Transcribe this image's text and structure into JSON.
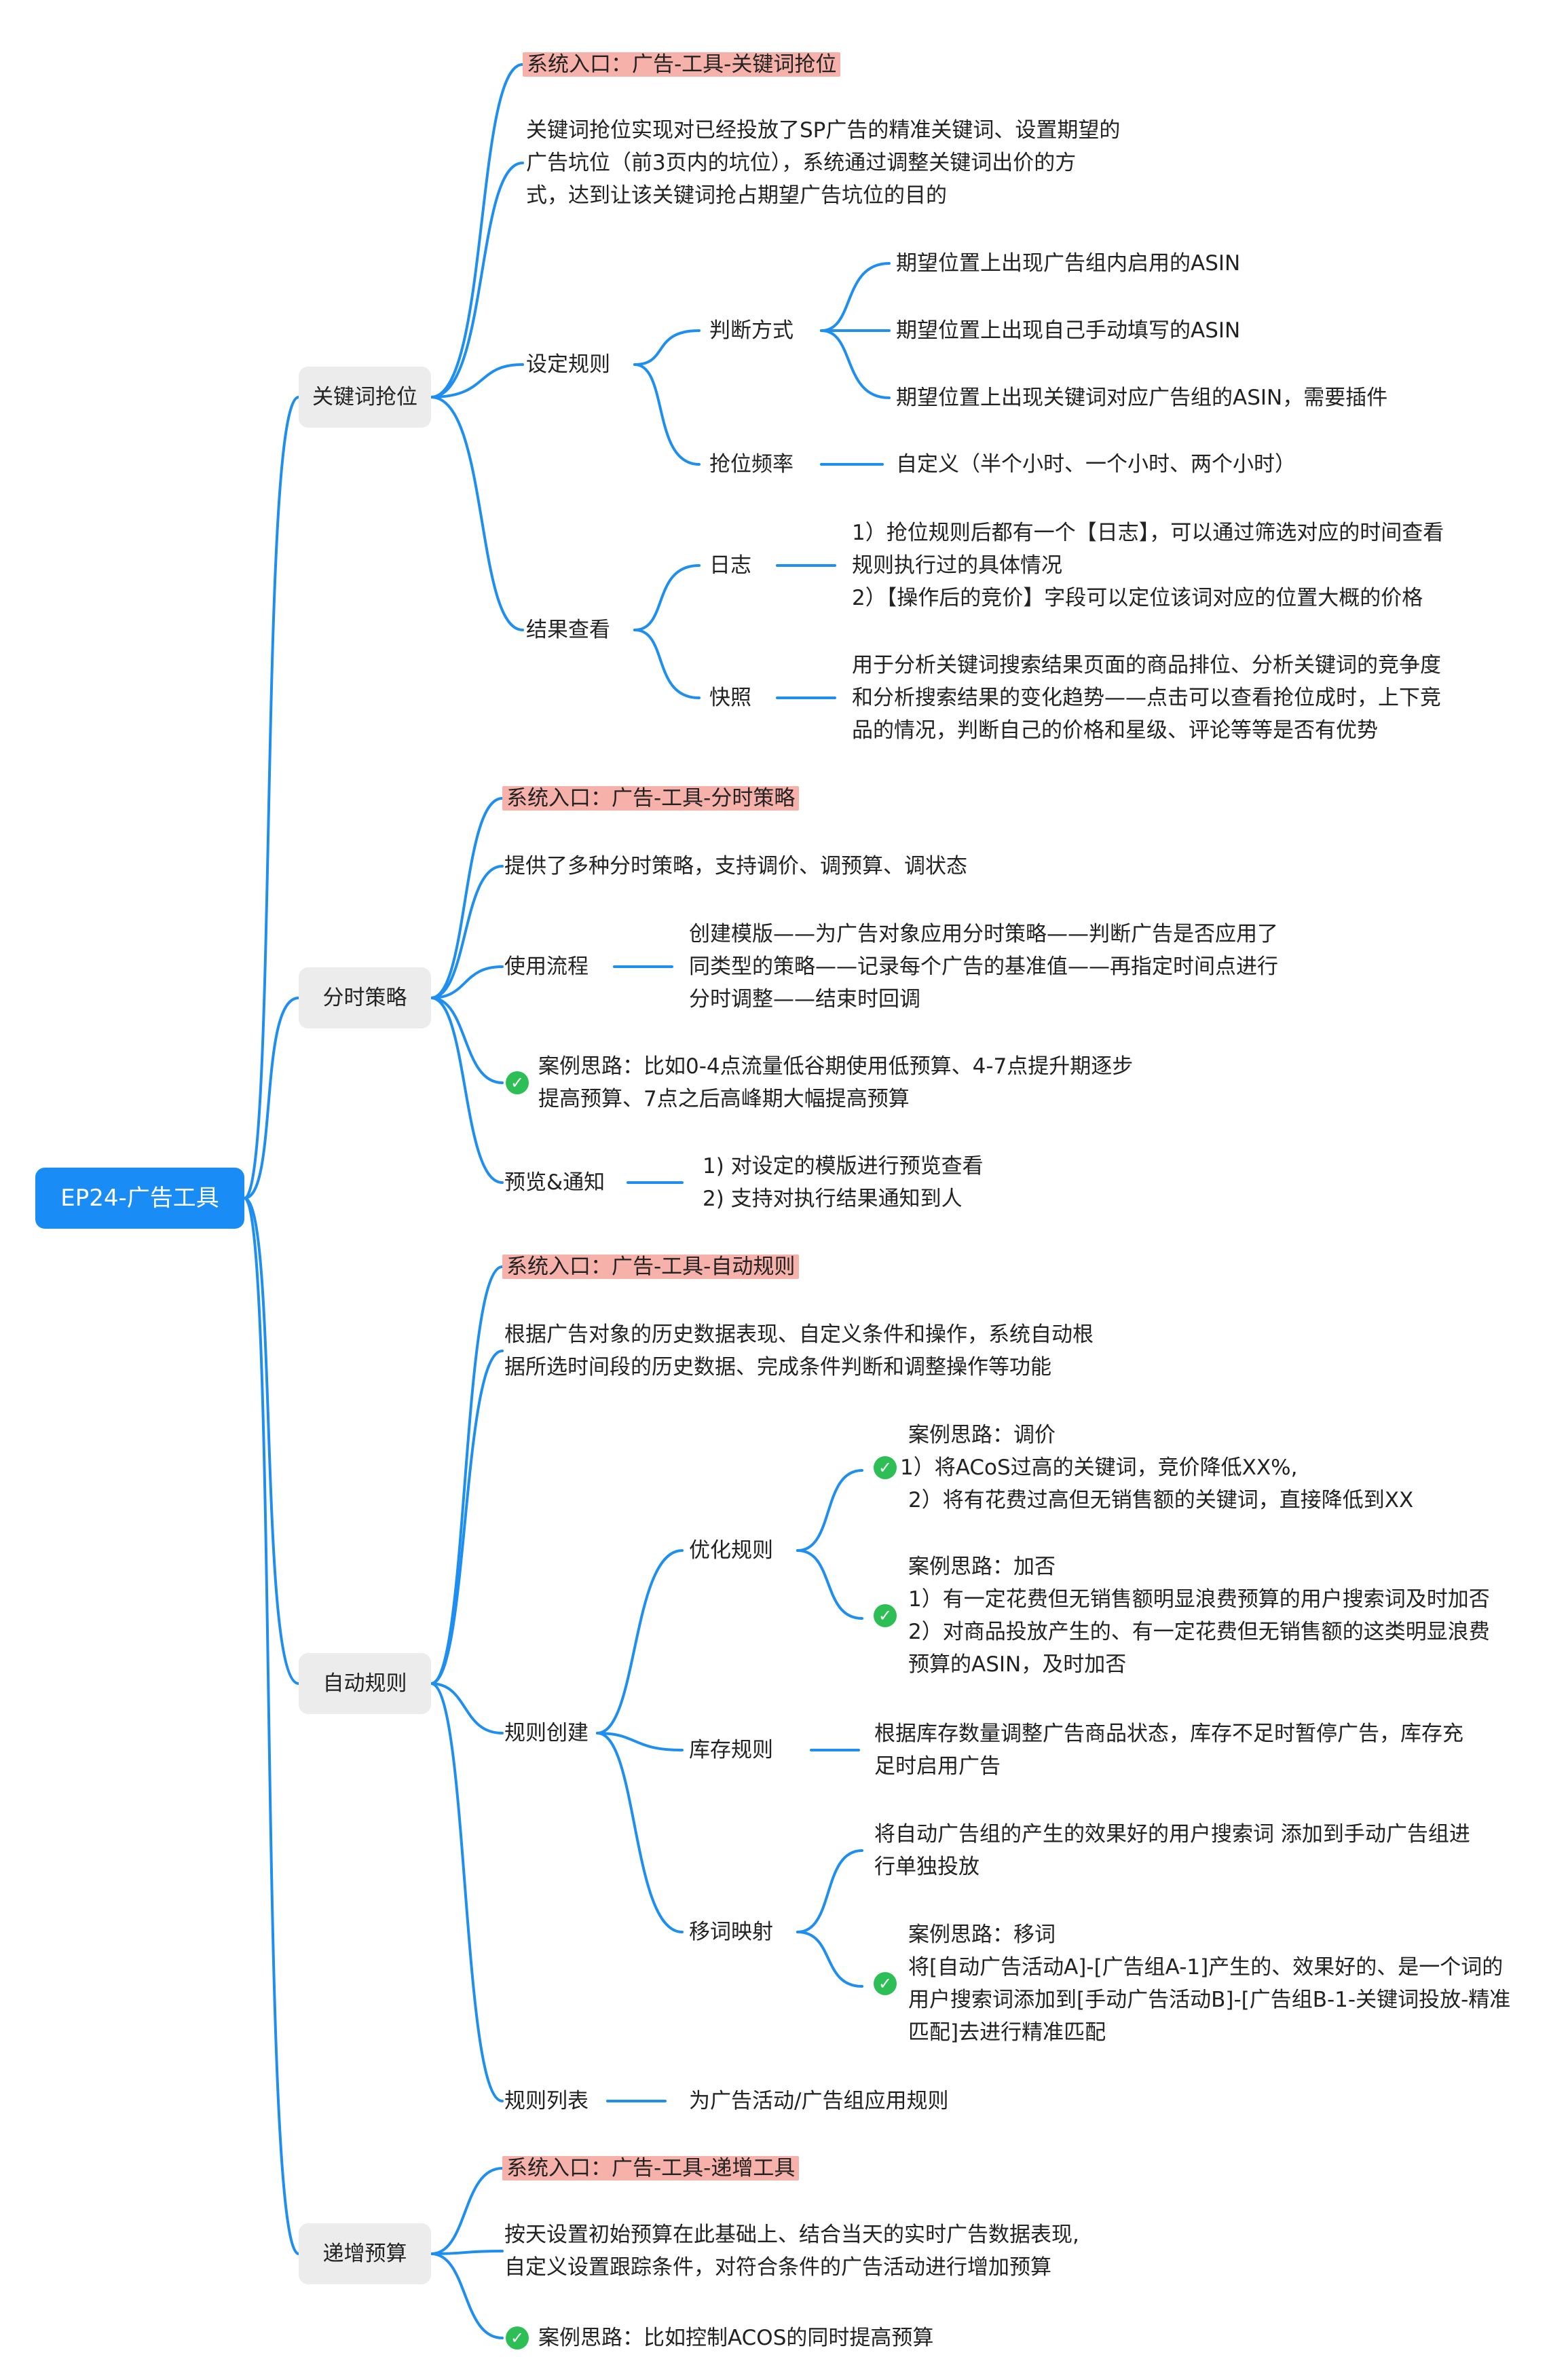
{
  "root": "EP24-广告工具",
  "kw": {
    "label": "关键词抢位",
    "entry": "系统入口：广告-工具-关键词抢位",
    "desc": [
      "关键词抢位实现对已经投放了SP广告的精准关键词、设置期望的",
      "广告坑位（前3页内的坑位），系统通过调整关键词出价的方",
      "式，达到让该关键词抢占期望广告坑位的目的"
    ],
    "rule_label": "设定规则",
    "judge_label": "判断方式",
    "judge_items": [
      "期望位置上出现广告组内启用的ASIN",
      "期望位置上出现自己手动填写的ASIN",
      "期望位置上出现关键词对应广告组的ASIN，需要插件"
    ],
    "freq_label": "抢位频率",
    "freq_value": "自定义（半个小时、一个小时、两个小时）",
    "result_label": "结果查看",
    "log_label": "日志",
    "log_text": [
      "1）抢位规则后都有一个【日志】，可以通过筛选对应的时间查看",
      "规则执行过的具体情况",
      "2）【操作后的竞价】字段可以定位该词对应的位置大概的价格"
    ],
    "snap_label": "快照",
    "snap_text": [
      "用于分析关键词搜索结果页面的商品排位、分析关键词的竞争度",
      "和分析搜索结果的变化趋势——点击可以查看抢位成时，上下竞",
      "品的情况，判断自己的价格和星级、评论等等是否有优势"
    ]
  },
  "dayparting": {
    "label": "分时策略",
    "entry": "系统入口：广告-工具-分时策略",
    "desc": "提供了多种分时策略，支持调价、调预算、调状态",
    "flow_label": "使用流程",
    "flow_text": [
      "创建模版——为广告对象应用分时策略——判断广告是否应用了",
      "同类型的策略——记录每个广告的基准值——再指定时间点进行",
      "分时调整——结束时回调"
    ],
    "case_text": [
      "案例思路：比如0-4点流量低谷期使用低预算、4-7点提升期逐步",
      "提高预算、7点之后高峰期大幅提高预算"
    ],
    "preview_label": "预览&通知",
    "preview_text": [
      "1) 对设定的模版进行预览查看",
      "2) 支持对执行结果通知到人"
    ]
  },
  "auto": {
    "label": "自动规则",
    "entry": "系统入口：广告-工具-自动规则",
    "desc": [
      "根据广告对象的历史数据表现、自定义条件和操作，系统自动根",
      "据所选时间段的历史数据、完成条件判断和调整操作等功能"
    ],
    "create_label": "规则创建",
    "opt_label": "优化规则",
    "opt_case1": [
      "案例思路：调价",
      "1）将ACoS过高的关键词，竞价降低XX%,",
      "2）将有花费过高但无销售额的关键词，直接降低到XX"
    ],
    "opt_case2": [
      "案例思路：加否",
      "1）有一定花费但无销售额明显浪费预算的用户搜索词及时加否",
      "2）对商品投放产生的、有一定花费但无销售额的这类明显浪费",
      "预算的ASIN，及时加否"
    ],
    "stock_label": "库存规则",
    "stock_text": [
      "根据库存数量调整广告商品状态，库存不足时暂停广告，库存充",
      "足时启用广告"
    ],
    "move_label": "移词映射",
    "move_text": [
      "将自动广告组的产生的效果好的用户搜索词 添加到手动广告组进",
      "行单独投放"
    ],
    "move_case": [
      "案例思路：移词",
      "将[自动广告活动A]-[广告组A-1]产生的、效果好的、是一个词的",
      "用户搜索词添加到[手动广告活动B]-[广告组B-1-关键词投放-精准",
      "匹配]去进行精准匹配"
    ],
    "list_label": "规则列表",
    "list_text": "为广告活动/广告组应用规则"
  },
  "budget": {
    "label": "递增预算",
    "entry": "系统入口：广告-工具-递增工具",
    "desc": [
      "按天设置初始预算在此基础上、结合当天的实时广告数据表现,",
      "自定义设置跟踪条件，对符合条件的广告活动进行增加预算"
    ],
    "case_text": "案例思路：比如控制ACOS的同时提高预算"
  },
  "icons": {
    "check": "check-circle-icon"
  },
  "colors": {
    "link": "#1f8ef1",
    "root_bg": "#1a8cf5",
    "entry_bg": "#f5b1aa",
    "branch_bg": "#ececec",
    "check": "#2dbf55"
  }
}
